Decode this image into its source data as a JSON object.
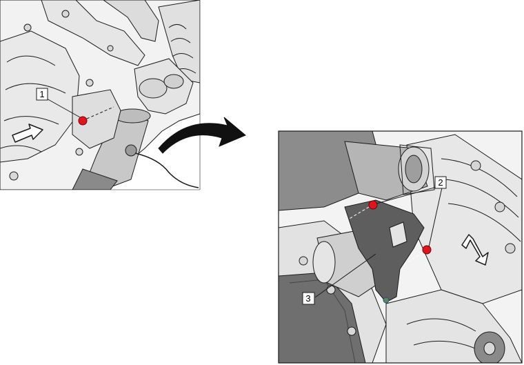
{
  "callouts": {
    "c1": "1",
    "c2": "2",
    "c3": "3"
  },
  "colors": {
    "bolt": "#e0141e",
    "line": "#1a1a1a",
    "shade_light": "#eeeeee",
    "shade_mid": "#bfbfbf",
    "shade_dark": "#6e6e6e",
    "bracket": "#5e5e5e"
  },
  "icons": {
    "transfer_arrow": "curved-arrow-icon",
    "direction_left": "direction-arrow-icon",
    "direction_right": "double-direction-arrow-icon"
  }
}
